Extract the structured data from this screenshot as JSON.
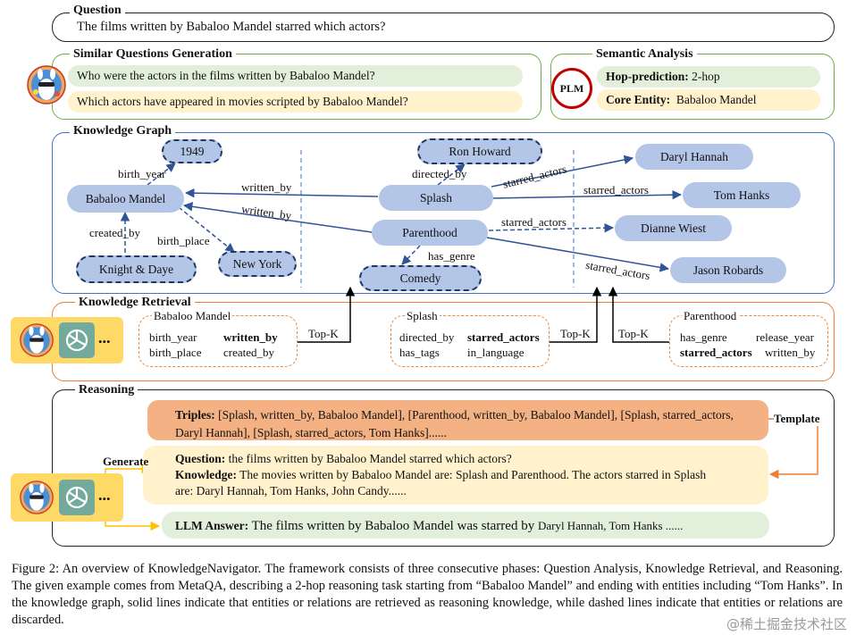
{
  "question": {
    "title": "Question",
    "text": "The films written by Babaloo Mandel starred which actors?"
  },
  "similar_questions": {
    "title": "Similar Questions Generation",
    "items": [
      "Who were the actors in the films written by Babaloo Mandel?",
      "Which actors have appeared in movies scripted by Babaloo Mandel?"
    ]
  },
  "semantic_analysis": {
    "title": "Semantic Analysis",
    "plm_label": "PLM",
    "hop_label": "Hop-prediction:",
    "hop_value": "2-hop",
    "entity_label": "Core Entity:",
    "entity_value": "Babaloo Mandel"
  },
  "knowledge_graph": {
    "title": "Knowledge Graph",
    "nodes": {
      "n1949": "1949",
      "babaloo": "Babaloo Mandel",
      "knight": "Knight & Daye",
      "newyork": "New York",
      "ronhoward": "Ron Howard",
      "splash": "Splash",
      "parenthood": "Parenthood",
      "comedy": "Comedy",
      "daryl": "Daryl Hannah",
      "tomhanks": "Tom Hanks",
      "dianne": "Dianne Wiest",
      "jason": "Jason Robards"
    },
    "edges": {
      "birth_year": "birth_year",
      "created_by": "created_by",
      "birth_place": "birth_place",
      "written_by_1": "written_by",
      "written_by_2": "written_by",
      "directed_by": "directed_by",
      "has_genre": "has_genre",
      "starred_1": "starred_actors",
      "starred_2": "starred_actors",
      "starred_3": "starred_actors",
      "starred_4": "starred_actors"
    }
  },
  "knowledge_retrieval": {
    "title": "Knowledge Retrieval",
    "ellipsis": "...",
    "topk": "Top-K",
    "groups": [
      {
        "name": "Babaloo Mandel",
        "cells": [
          "birth_year",
          "written_by",
          "birth_place",
          "created_by"
        ],
        "bold": [
          1
        ]
      },
      {
        "name": "Splash",
        "cells": [
          "directed_by",
          "starred_actors",
          "has_tags",
          "in_language"
        ],
        "bold": [
          1
        ]
      },
      {
        "name": "Parenthood",
        "cells": [
          "has_genre",
          "release_year",
          "starred_actors",
          "written_by"
        ],
        "bold": [
          2
        ]
      }
    ]
  },
  "reasoning": {
    "title": "Reasoning",
    "ellipsis": "...",
    "generate": "Generate",
    "template": "Template",
    "triples_label": "Triples:",
    "triples_text_1": " [Splash, written_by, Babaloo Mandel], [Parenthood, written_by, Babaloo Mandel], [Splash, starred_actors,",
    "triples_text_2": "Daryl Hannah], [Splash, starred_actors, Tom Hanks]......",
    "question_label": "Question:",
    "question_text": " the films written by Babaloo Mandel starred which actors?",
    "knowledge_label": "Knowledge:",
    "knowledge_text_1": " The movies written by Babaloo Mandel are: Splash and Parenthood. The actors starred in Splash",
    "knowledge_text_2": "are: Daryl Hannah, Tom Hanks, John Candy......",
    "answer_label": "LLM Answer:",
    "answer_text": " The films written by Babaloo Mandel was starred by ",
    "answer_text_small": "Daryl Hannah, Tom Hanks ......"
  },
  "caption": "Figure 2: An overview of KnowledgeNavigator. The framework consists of three consecutive phases: Question Analysis, Knowledge Retrieval, and Reasoning. The given example comes from MetaQA, describing a 2-hop reasoning task starting from “Babaloo Mandel” and ending with entities including “Tom Hanks”. In the knowledge graph, solid lines indicate that entities or relations are retrieved as reasoning knowledge, while dashed lines indicate that entities or relations are discarded.",
  "watermark": "@稀土掘金技术社区",
  "colors": {
    "green_fill": "#e2efda",
    "yellow_fill": "#fff2cc",
    "node_blue": "#b4c6e7",
    "dark_blue": "#1f3864",
    "green_border": "#70ad47",
    "blue_border": "#4472c4",
    "orange_border": "#ed7d31",
    "salmon": "#f4b183",
    "gold": "#ffc000",
    "plm_red": "#c00000"
  },
  "icons": [
    "llama-avatar-icon",
    "chatgpt-icon"
  ]
}
